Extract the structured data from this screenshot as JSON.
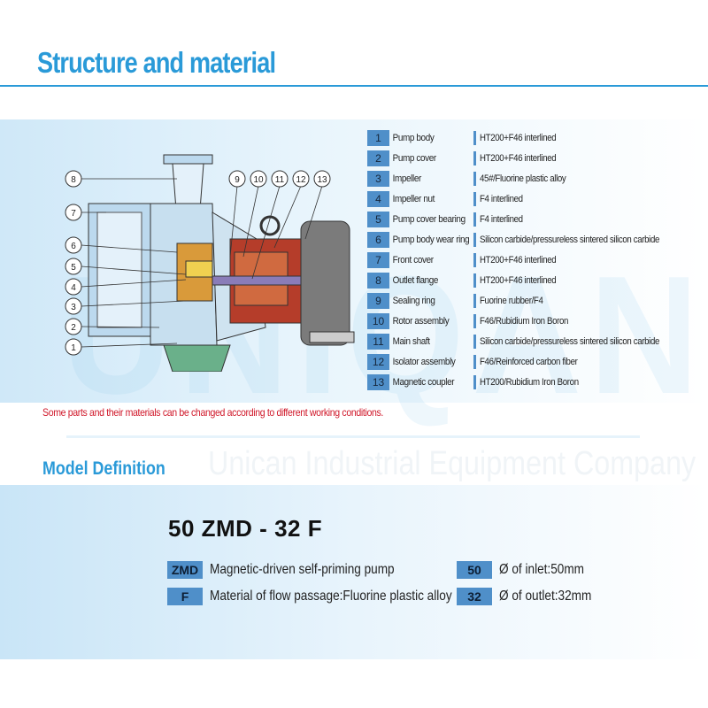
{
  "header": {
    "title": "Structure and material"
  },
  "watermark": {
    "brand": "UNIQAN",
    "company": "Unican Industrial Equipment Company"
  },
  "diagram": {
    "callouts": [
      "1",
      "2",
      "3",
      "4",
      "5",
      "6",
      "7",
      "8",
      "9",
      "10",
      "11",
      "12",
      "13"
    ]
  },
  "parts": [
    {
      "no": "1",
      "name": "Pump body",
      "material": "HT200+F46 interlined"
    },
    {
      "no": "2",
      "name": "Pump cover",
      "material": "HT200+F46 interlined"
    },
    {
      "no": "3",
      "name": "Impeller",
      "material": "45#/Fluorine plastic alloy"
    },
    {
      "no": "4",
      "name": "Impeller nut",
      "material": "F4 interlined"
    },
    {
      "no": "5",
      "name": "Pump cover bearing",
      "material": "F4 interlined"
    },
    {
      "no": "6",
      "name": "Pump body wear ring",
      "material": "Silicon carbide/pressureless sintered silicon carbide"
    },
    {
      "no": "7",
      "name": "Front cover",
      "material": "HT200+F46 interlined"
    },
    {
      "no": "8",
      "name": "Outlet flange",
      "material": "HT200+F46 interlined"
    },
    {
      "no": "9",
      "name": "Sealing ring",
      "material": "Fuorine rubber/F4"
    },
    {
      "no": "10",
      "name": "Rotor assembly",
      "material": "F46/Rubidium Iron Boron"
    },
    {
      "no": "11",
      "name": "Main shaft",
      "material": "Silicon carbide/pressureless sintered silicon carbide"
    },
    {
      "no": "12",
      "name": "Isolator assembly",
      "material": "F46/Reinforced carbon fiber"
    },
    {
      "no": "13",
      "name": "Magnetic coupler",
      "material": "HT200/Rubidium Iron Boron"
    }
  ],
  "note": "Some parts and their materials can be changed according to different working conditions.",
  "model": {
    "section_title": "Model Definition",
    "code": "50 ZMD - 32 F",
    "legend": [
      {
        "code": "ZMD",
        "text": "Magnetic-driven self-priming pump"
      },
      {
        "code": "F",
        "text": "Material of flow passage:Fluorine plastic alloy"
      },
      {
        "code": "50",
        "text": "Ø of inlet:50mm"
      },
      {
        "code": "32",
        "text": "Ø of outlet:32mm"
      }
    ]
  },
  "colors": {
    "accent": "#2a9ad8",
    "box": "#4f8fc9",
    "note": "#d0182a"
  }
}
